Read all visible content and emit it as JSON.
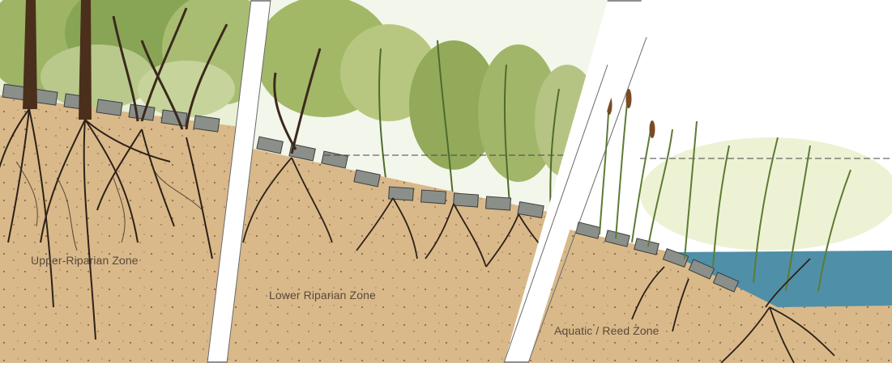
{
  "figure": {
    "zones": [
      {
        "id": "upper",
        "label": "Upper-Riparian Zone"
      },
      {
        "id": "lower",
        "label": "Lower Riparian Zone"
      },
      {
        "id": "aquatic",
        "label": "Aquatic / Reed Zone"
      }
    ],
    "colors": {
      "soil": "#d9b98a",
      "soil_dark": "#c9a06a",
      "roots": "#3a2a1c",
      "foliage": "#7f9a4e",
      "foliage_light": "#b7c88a",
      "water": "#4f8fa8",
      "sky": "#ffffff",
      "stone": "#8a8f8a"
    }
  }
}
